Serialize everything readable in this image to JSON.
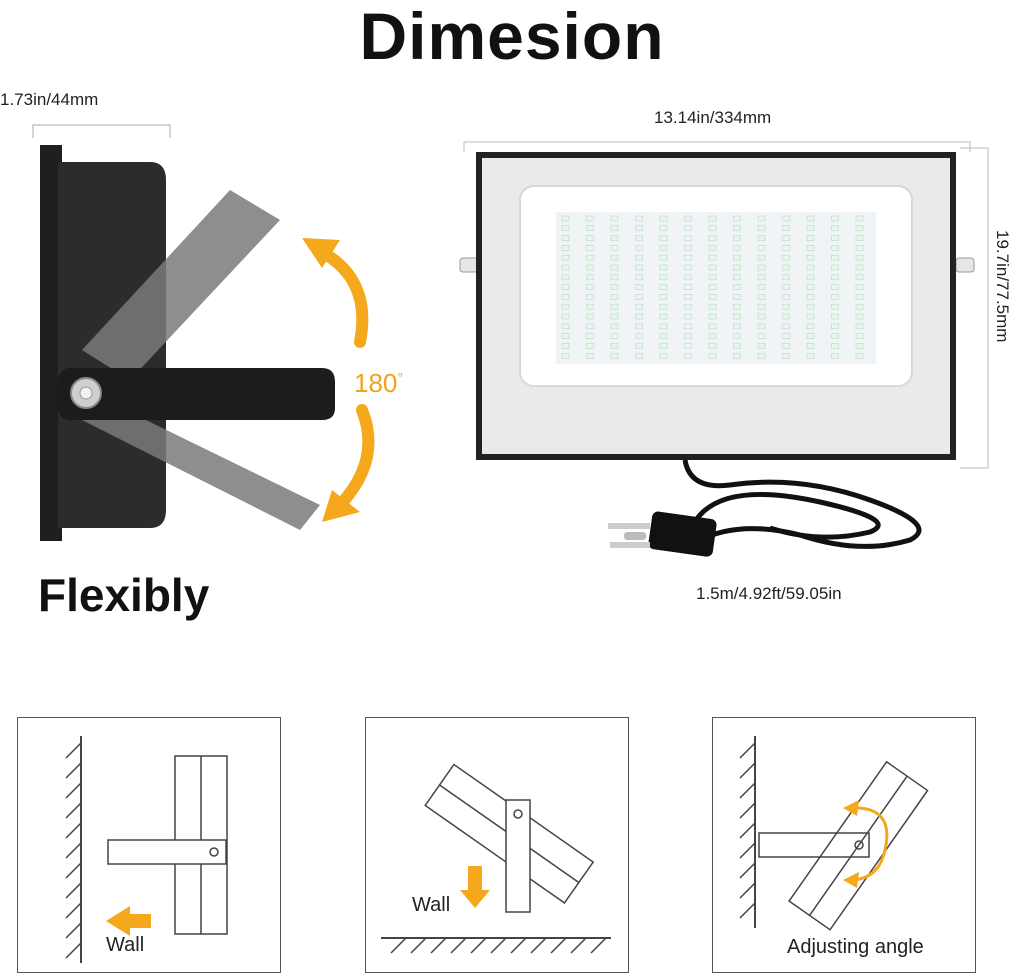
{
  "title": "Dimesion",
  "side_view": {
    "depth_label": "1.73in/44mm",
    "rotation_label": "180",
    "rotation_unit": "°",
    "caption": "Flexibly"
  },
  "front_view": {
    "width_label": "13.14in/334mm",
    "height_label": "19.7in/77.5mm",
    "cable_label": "1.5m/4.92ft/59.05in"
  },
  "install_panels": [
    {
      "label": "Wall"
    },
    {
      "label": "Wall"
    },
    {
      "label": "Adjusting angle"
    }
  ],
  "colors": {
    "accent": "#f5a81c",
    "housing": "#2a2a2a",
    "lens": "#f4f6f8",
    "led": "#e8f6ee"
  }
}
